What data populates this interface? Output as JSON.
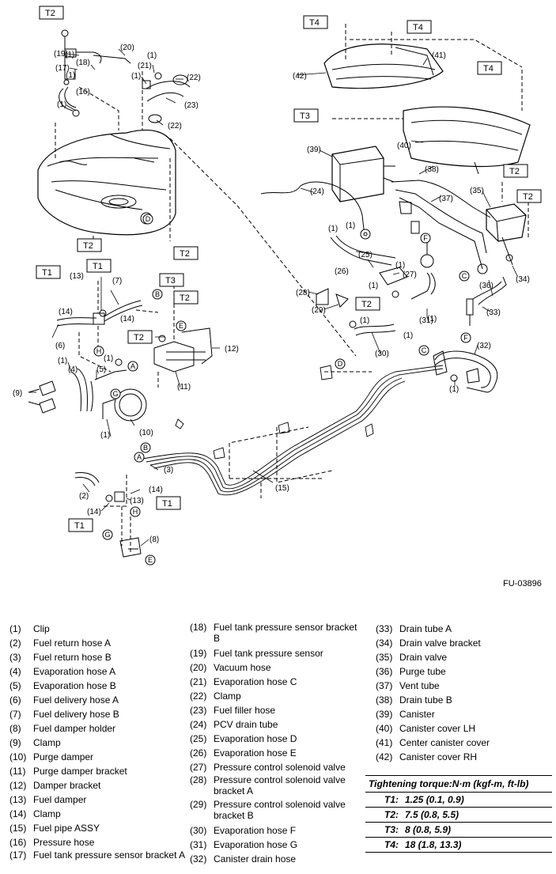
{
  "figure_id": "FU-03896",
  "tags": {
    "T1": "T1",
    "T2": "T2",
    "T3": "T3",
    "T4": "T4",
    "A": "A",
    "B": "B",
    "C": "C",
    "D": "D",
    "E": "E",
    "F": "F",
    "G": "G",
    "H": "H"
  },
  "callouts": [
    "(1)",
    "(2)",
    "(3)",
    "(4)",
    "(5)",
    "(6)",
    "(7)",
    "(8)",
    "(9)",
    "(10)",
    "(11)",
    "(12)",
    "(13)",
    "(14)",
    "(15)",
    "(16)",
    "(17)",
    "(18)",
    "(19)",
    "(20)",
    "(21)",
    "(22)",
    "(23)",
    "(24)",
    "(25)",
    "(26)",
    "(27)",
    "(28)",
    "(29)",
    "(30)",
    "(31)",
    "(32)",
    "(33)",
    "(34)",
    "(35)",
    "(36)",
    "(37)",
    "(38)",
    "(39)",
    "(40)",
    "(41)",
    "(42)"
  ],
  "legend": {
    "col1": [
      {
        "num": "(1)",
        "label": "Clip"
      },
      {
        "num": "(2)",
        "label": "Fuel return hose A"
      },
      {
        "num": "(3)",
        "label": "Fuel return hose B"
      },
      {
        "num": "(4)",
        "label": "Evaporation hose A"
      },
      {
        "num": "(5)",
        "label": "Evaporation hose B"
      },
      {
        "num": "(6)",
        "label": "Fuel delivery hose A"
      },
      {
        "num": "(7)",
        "label": "Fuel delivery hose B"
      },
      {
        "num": "(8)",
        "label": "Fuel damper holder"
      },
      {
        "num": "(9)",
        "label": "Clamp"
      },
      {
        "num": "(10)",
        "label": "Purge damper"
      },
      {
        "num": "(11)",
        "label": "Purge damper bracket"
      },
      {
        "num": "(12)",
        "label": "Damper bracket"
      },
      {
        "num": "(13)",
        "label": "Fuel damper"
      },
      {
        "num": "(14)",
        "label": "Clamp"
      },
      {
        "num": "(15)",
        "label": "Fuel pipe ASSY"
      },
      {
        "num": "(16)",
        "label": "Pressure hose"
      },
      {
        "num": "(17)",
        "label": "Fuel tank pressure sensor bracket A"
      }
    ],
    "col2": [
      {
        "num": "(18)",
        "label": "Fuel tank pressure sensor bracket B"
      },
      {
        "num": "(19)",
        "label": "Fuel tank pressure sensor"
      },
      {
        "num": "(20)",
        "label": "Vacuum hose"
      },
      {
        "num": "(21)",
        "label": "Evaporation hose C"
      },
      {
        "num": "(22)",
        "label": "Clamp"
      },
      {
        "num": "(23)",
        "label": "Fuel filler hose"
      },
      {
        "num": "(24)",
        "label": "PCV drain tube"
      },
      {
        "num": "(25)",
        "label": "Evaporation hose D"
      },
      {
        "num": "(26)",
        "label": "Evaporation hose E"
      },
      {
        "num": "(27)",
        "label": "Pressure control solenoid valve"
      },
      {
        "num": "(28)",
        "label": "Pressure control solenoid valve bracket A"
      },
      {
        "num": "(29)",
        "label": "Pressure control solenoid valve bracket B"
      },
      {
        "num": "(30)",
        "label": "Evaporation hose F"
      },
      {
        "num": "(31)",
        "label": "Evaporation hose G"
      },
      {
        "num": "(32)",
        "label": "Canister drain hose"
      }
    ],
    "col3": [
      {
        "num": "(33)",
        "label": "Drain tube A"
      },
      {
        "num": "(34)",
        "label": "Drain valve bracket"
      },
      {
        "num": "(35)",
        "label": "Drain valve"
      },
      {
        "num": "(36)",
        "label": "Purge tube"
      },
      {
        "num": "(37)",
        "label": "Vent tube"
      },
      {
        "num": "(38)",
        "label": "Drain tube B"
      },
      {
        "num": "(39)",
        "label": "Canister"
      },
      {
        "num": "(40)",
        "label": "Canister cover LH"
      },
      {
        "num": "(41)",
        "label": "Center canister cover"
      },
      {
        "num": "(42)",
        "label": "Canister cover RH"
      }
    ]
  },
  "torque": {
    "title": "Tightening torque:N·m (kgf-m, ft-lb)",
    "rows": [
      {
        "key": "T1:",
        "value": "1.25 (0.1, 0.9)"
      },
      {
        "key": "T2:",
        "value": "7.5 (0.8, 5.5)"
      },
      {
        "key": "T3:",
        "value": "8 (0.8, 5.9)"
      },
      {
        "key": "T4:",
        "value": "18 (1.8, 13.3)"
      }
    ]
  }
}
